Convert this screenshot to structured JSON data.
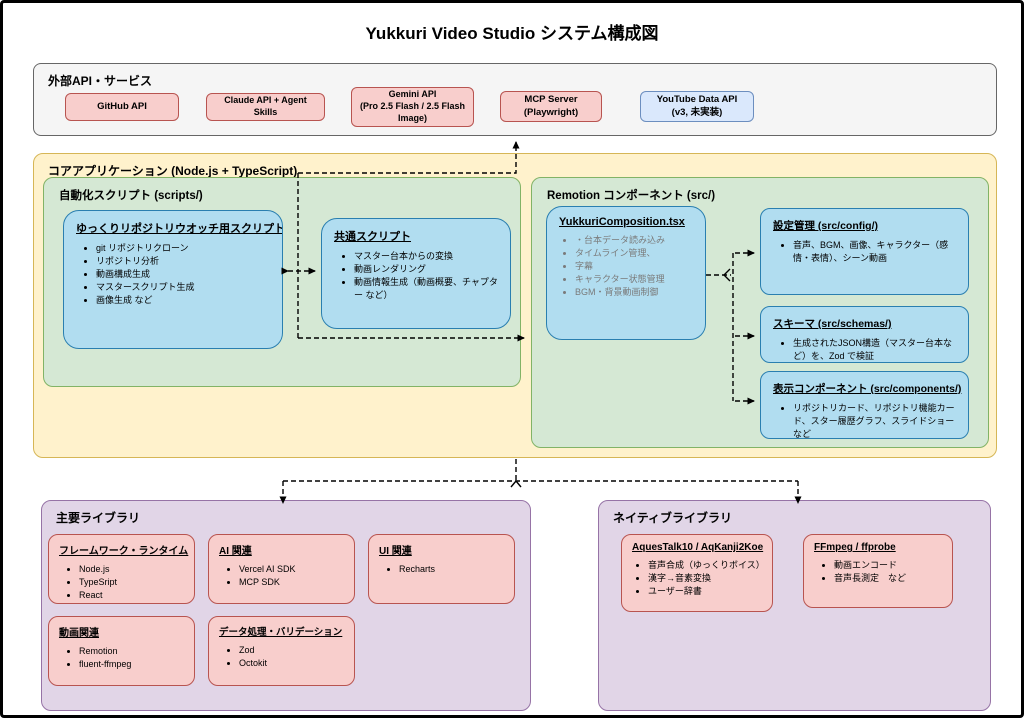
{
  "title": "Yukkuri Video Studio システム構成図",
  "colors": {
    "external_bg": "#f5f5f5",
    "external_border": "#666666",
    "core_bg": "#fff2cc",
    "core_border": "#d6b656",
    "group_bg": "#d5e8d4",
    "group_border": "#82b366",
    "component_bg": "#b1ddf0",
    "component_border": "#2a7fb0",
    "service_bg": "#f8cecc",
    "service_border": "#b85450",
    "planned_bg": "#dae8fc",
    "planned_border": "#6c8ebf",
    "library_bg": "#e1d5e7",
    "library_border": "#9673a6"
  },
  "external": {
    "label": "外部API・サービス",
    "boxes": [
      {
        "title": "GitHub API",
        "subtitle": ""
      },
      {
        "title": "Claude API + Agent Skills",
        "subtitle": ""
      },
      {
        "title": "Gemini API",
        "subtitle": "(Pro 2.5 Flash / 2.5 Flash Image)"
      },
      {
        "title": "MCP Server",
        "subtitle": "(Playwright)"
      },
      {
        "title": "YouTube Data API",
        "subtitle": "(v3, 未実装)"
      }
    ]
  },
  "core": {
    "label": "コアアプリケーション (Node.js + TypeScript)",
    "scripts": {
      "label": "自動化スクリプト (scripts/)",
      "watch_box": {
        "title": "ゆっくりリポジトリウオッチ用スクリプト",
        "items": [
          "git リポジトリクローン",
          "リポジトリ分析",
          "動画構成生成",
          "マスタースクリプト生成",
          "画像生成 など"
        ]
      },
      "common_box": {
        "title": "共通スクリプト",
        "items": [
          "マスター台本からの変換",
          "動画レンダリング",
          "動画情報生成（動画概要、チャプター など）"
        ]
      }
    },
    "remotion": {
      "label": "Remotion コンポーネント (src/)",
      "composition_box": {
        "title": "YukkuriComposition.tsx",
        "items": [
          "・台本データ読み込み",
          "タイムライン管理、",
          "字幕",
          "キャラクター状態管理",
          "BGM・背景動画制御"
        ]
      },
      "config_box": {
        "title": "設定管理 (src/config/)",
        "items": [
          "音声、BGM、画像、キャラクター（感情・表情）、シーン動画"
        ]
      },
      "schema_box": {
        "title": "スキーマ (src/schemas/)",
        "items": [
          "生成されたJSON構造（マスター台本など）を、Zod で検証"
        ]
      },
      "components_box": {
        "title": "表示コンポーネント (src/components/)",
        "items": [
          "リポジトリカード、リポジトリ機能カード、スター履歴グラフ、スライドショーなど"
        ]
      }
    }
  },
  "libraries": {
    "label": "主要ライブラリ",
    "boxes": [
      {
        "title": "フレームワーク・ランタイム",
        "items": [
          "Node.js",
          "TypeSript",
          "React"
        ]
      },
      {
        "title": "AI 関連",
        "items": [
          "Vercel AI SDK",
          "MCP SDK"
        ]
      },
      {
        "title": "UI 関連",
        "items": [
          "Recharts"
        ]
      },
      {
        "title": "動画関連",
        "items": [
          "Remotion",
          "fluent-ffmpeg"
        ]
      },
      {
        "title": "データ処理・バリデーション",
        "items": [
          "Zod",
          "Octokit"
        ]
      }
    ]
  },
  "native": {
    "label": "ネイティブライブラリ",
    "boxes": [
      {
        "title": "AquesTalk10 / AqKanji2Koe",
        "items": [
          "音声合成（ゆっくりボイス）",
          "漢字→音素変換",
          "ユーザー辞書"
        ]
      },
      {
        "title": "FFmpeg / ffprobe",
        "items": [
          "動画エンコード",
          "音声長測定　など"
        ]
      }
    ]
  }
}
